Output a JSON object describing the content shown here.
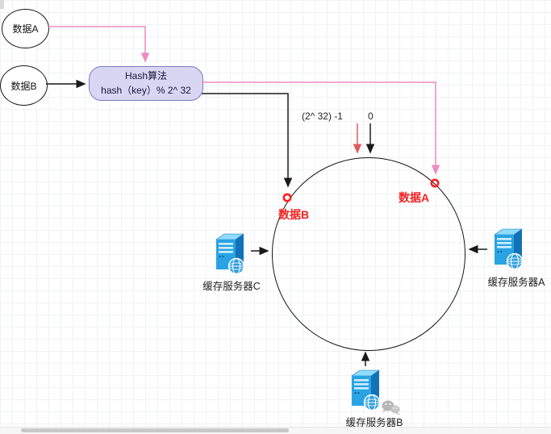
{
  "diagram": {
    "data_a": {
      "label": "数据A"
    },
    "data_b": {
      "label": "数据B"
    },
    "hash": {
      "title": "Hash算法",
      "formula": "hash（key）% 2^ 32"
    },
    "ring": {
      "max_label": "(2^ 32) -1",
      "zero_label": "0"
    },
    "points": {
      "data_a": "数据A",
      "data_b": "数据B"
    },
    "servers": {
      "a": "缓存服务器A",
      "b": "缓存服务器B",
      "c": "缓存服务器C"
    }
  },
  "icons": {
    "server": "server-tower-with-globe-icon",
    "wechat": "wechat-watermark-icon"
  },
  "colors": {
    "arrow_black": "#1a1a1a",
    "arrow_pink": "#ef8bbf",
    "arrow_red": "#e05c5c",
    "point_marker_red": "#ff1f1f",
    "point_label_red": "#f52222",
    "hash_box_fill": "#d8d6f3",
    "hash_box_border": "#7b7bc0",
    "server_blue": "#29a3e3",
    "grid": "#f0f2f4"
  }
}
